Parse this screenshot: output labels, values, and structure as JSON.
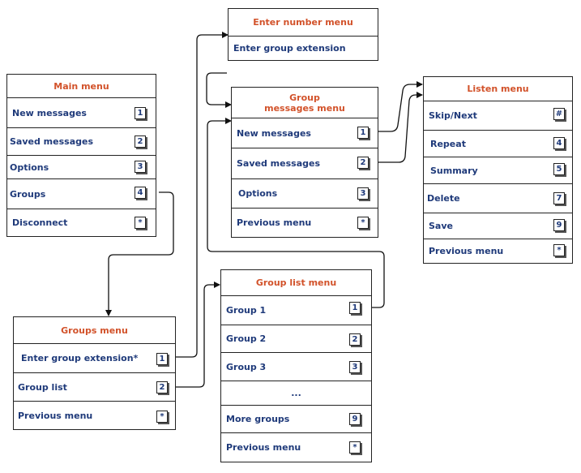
{
  "colors": {
    "title": "#d2522a",
    "label": "#1f3a7a",
    "border": "#222222"
  },
  "menus": {
    "main": {
      "title": "Main menu",
      "rows": [
        {
          "label": "New messages",
          "key": "1"
        },
        {
          "label": "Saved messages",
          "key": "2"
        },
        {
          "label": "Options",
          "key": "3"
        },
        {
          "label": "Groups",
          "key": "4"
        },
        {
          "label": "Disconnect",
          "key": "*"
        }
      ]
    },
    "groups": {
      "title": "Groups menu",
      "rows": [
        {
          "label": "Enter group extension*",
          "key": "1"
        },
        {
          "label": "Group list",
          "key": "2"
        },
        {
          "label": "Previous menu",
          "key": "*"
        }
      ]
    },
    "enter_number": {
      "title": "Enter number menu",
      "rows": [
        {
          "label": "Enter group extension",
          "key": ""
        }
      ]
    },
    "group_messages": {
      "title": "Group\nmessages menu",
      "rows": [
        {
          "label": "New messages",
          "key": "1"
        },
        {
          "label": "Saved messages",
          "key": "2"
        },
        {
          "label": "Options",
          "key": "3"
        },
        {
          "label": "Previous menu",
          "key": "*"
        }
      ]
    },
    "group_list": {
      "title": "Group list menu",
      "rows": [
        {
          "label": "Group 1",
          "key": "1"
        },
        {
          "label": "Group 2",
          "key": "2"
        },
        {
          "label": "Group 3",
          "key": "3"
        },
        {
          "label": "...",
          "key": ""
        },
        {
          "label": "More groups",
          "key": "9"
        },
        {
          "label": "Previous menu",
          "key": "*"
        }
      ]
    },
    "listen": {
      "title": "Listen menu",
      "rows": [
        {
          "label": "Skip/Next",
          "key": "#"
        },
        {
          "label": "Repeat",
          "key": "4"
        },
        {
          "label": "Summary",
          "key": "5"
        },
        {
          "label": "Delete",
          "key": "7"
        },
        {
          "label": "Save",
          "key": "9"
        },
        {
          "label": "Previous menu",
          "key": "*"
        }
      ]
    }
  }
}
